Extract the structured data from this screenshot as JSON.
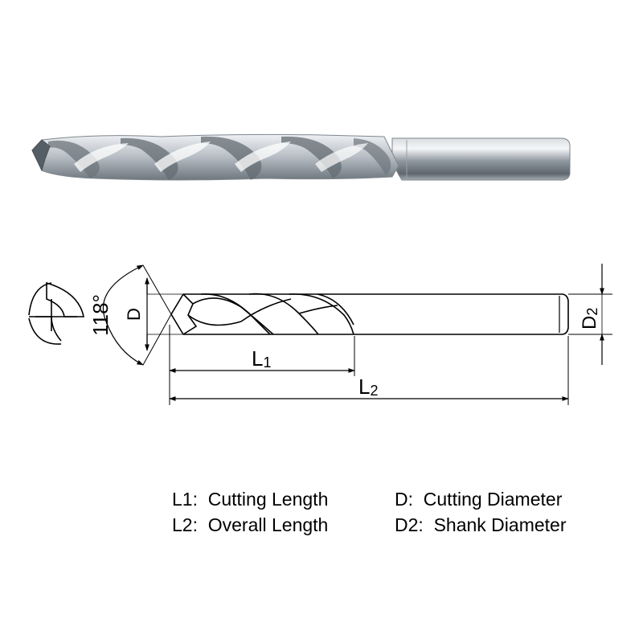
{
  "diagram": {
    "angle_label": "118°",
    "dim_d": "D",
    "dim_l1": {
      "main": "L",
      "sub": "1"
    },
    "dim_l2": {
      "main": "L",
      "sub": "2"
    },
    "dim_d2": {
      "main": "D",
      "sub": "2"
    }
  },
  "legend": {
    "l1": "L1:  Cutting Length",
    "l2": "L2:  Overall Length",
    "d": "D:  Cutting Diameter",
    "d2": "D2:  Shank Diameter"
  }
}
